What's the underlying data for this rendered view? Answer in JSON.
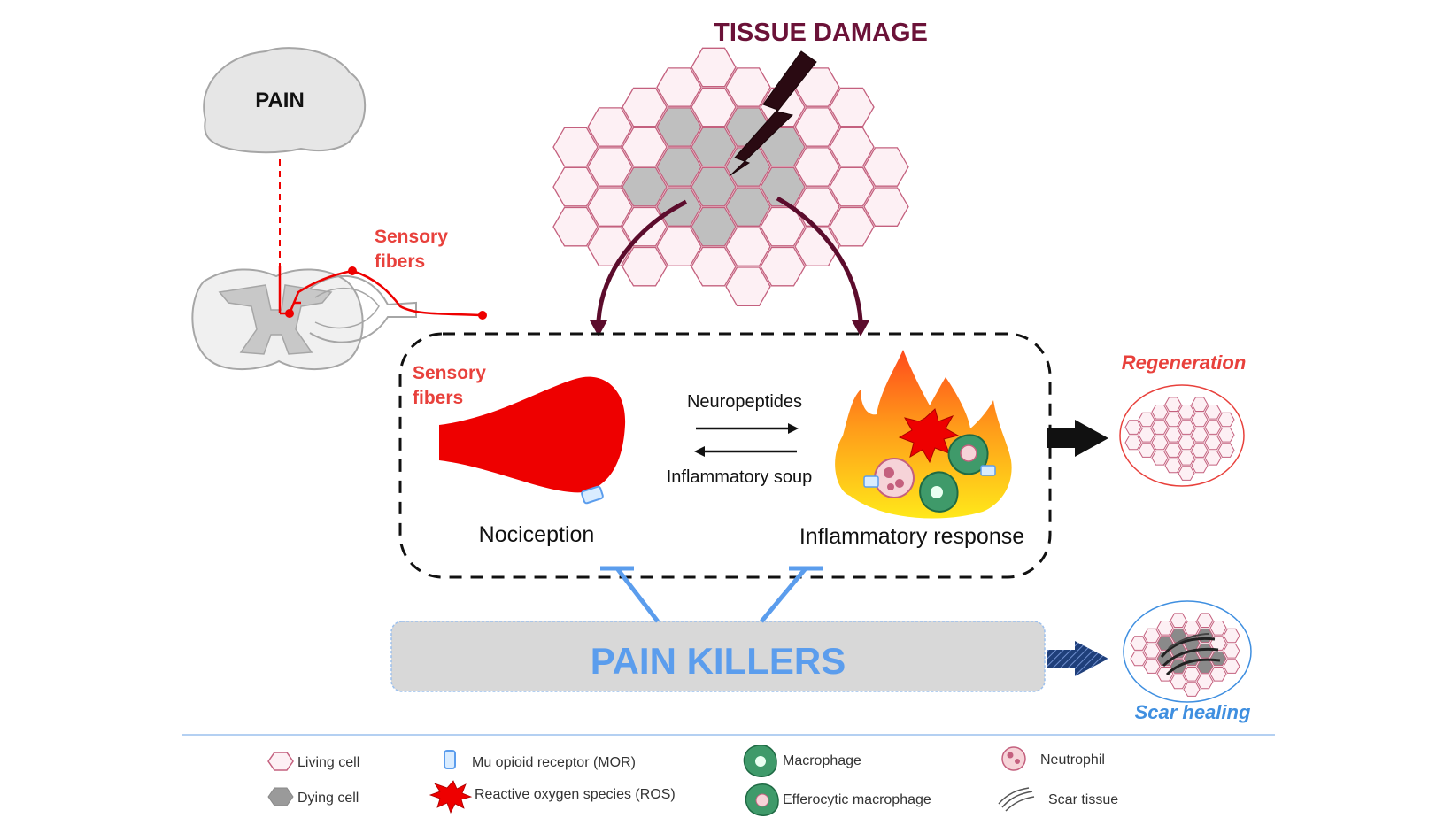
{
  "title": "TISSUE DAMAGE",
  "brain": {
    "label": "PAIN"
  },
  "sensory_fibers_top": {
    "line1": "Sensory",
    "line2": "fibers"
  },
  "sensory_fibers_box": {
    "line1": "Sensory",
    "line2": "fibers"
  },
  "exchange": {
    "forward": "Neuropeptides",
    "backward": "Inflammatory soup"
  },
  "nociception": "Nociception",
  "inflammatory_response": "Inflammatory response",
  "outcomes": {
    "regeneration": "Regeneration",
    "scar_healing": "Scar healing"
  },
  "pain_killers": "PAIN KILLERS",
  "legend": {
    "living_cell": "Living cell",
    "dying_cell": "Dying cell",
    "mor": "Mu opioid receptor (MOR)",
    "ros": "Reactive oxygen species (ROS)",
    "macrophage": "Macrophage",
    "efferocytic_macrophage": "Efferocytic macrophage",
    "neutrophil": "Neutrophil",
    "scar_tissue": "Scar tissue"
  },
  "colors": {
    "title": "#6b1238",
    "curve_arrows": "#5c0c2c",
    "nerve_red": "#e8413c",
    "fiber_red": "#ee0000",
    "cell_stroke": "#c4607e",
    "cell_fill": "#fdf0f4",
    "dying_gray": "#bfbfbf",
    "pain_killer_blue": "#5b9ded",
    "scar_blue": "#3f8fe0"
  }
}
